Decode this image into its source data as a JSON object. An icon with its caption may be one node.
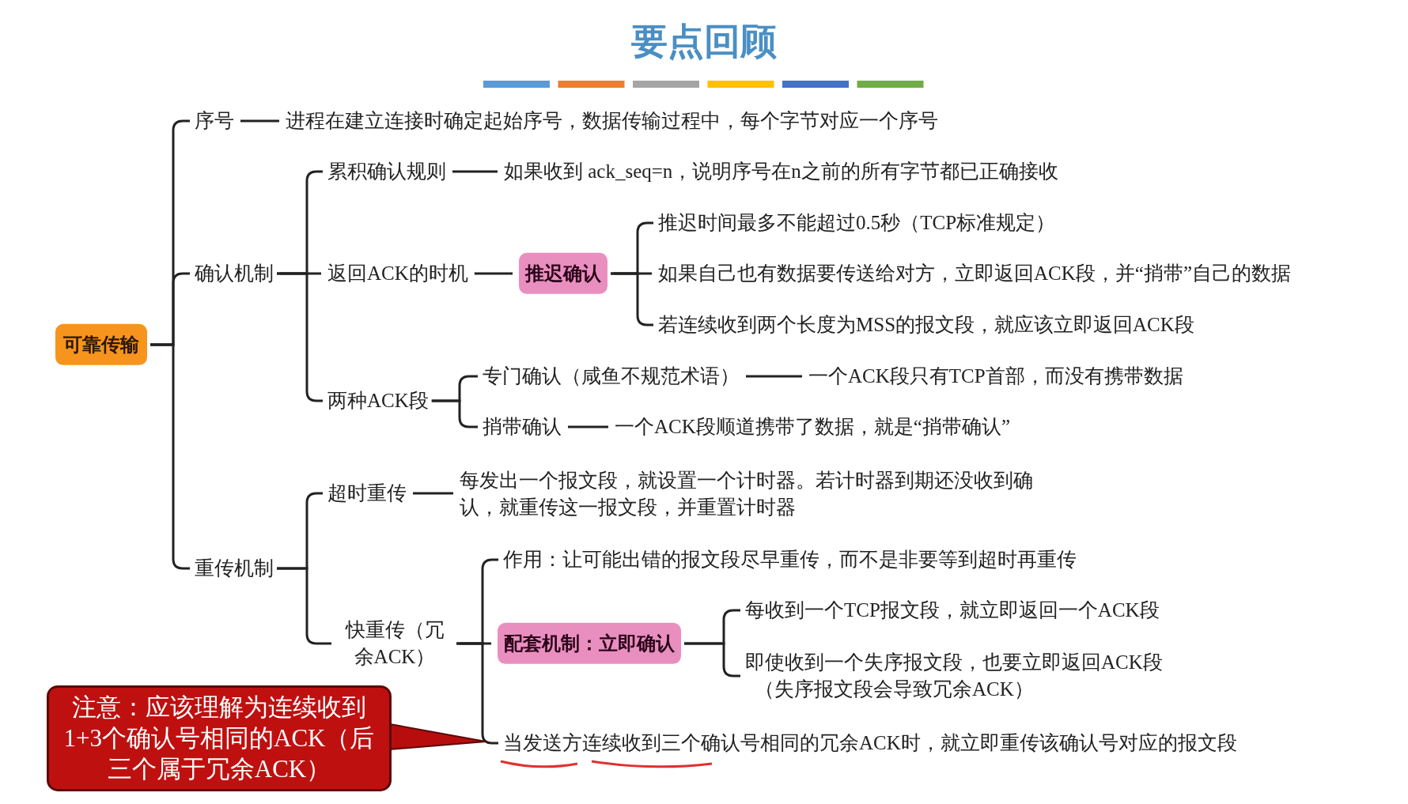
{
  "diagram": {
    "title": "要点回顾",
    "nodes": [
      {
        "text": [
          "可靠传输"
        ]
      },
      {
        "text": [
          "序号"
        ]
      },
      {
        "text": [
          "进程在建立连接时确定起始序号，数据传输过程中，每个字节对应一个序号"
        ]
      },
      {
        "text": [
          "确认机制"
        ]
      },
      {
        "text": [
          "累积确认规则"
        ]
      },
      {
        "text": [
          "如果收到 ack_seq=n，说明序号在n之前的所有字节都已正确接收"
        ]
      },
      {
        "text": [
          "返回ACK的时机"
        ]
      },
      {
        "text": [
          "推迟确认"
        ]
      },
      {
        "text": [
          "推迟时间最多不能超过0.5秒（TCP标准规定）"
        ]
      },
      {
        "text": [
          "如果自己也有数据要传送给对方，立即返回ACK段，并“捎带”自己的数据"
        ]
      },
      {
        "text": [
          "若连续收到两个长度为MSS的报文段，就应该立即返回ACK段"
        ]
      },
      {
        "text": [
          "两种ACK段"
        ]
      },
      {
        "text": [
          "专门确认（咸鱼不规范术语）"
        ]
      },
      {
        "text": [
          "一个ACK段只有TCP首部，而没有携带数据"
        ]
      },
      {
        "text": [
          "捎带确认"
        ]
      },
      {
        "text": [
          "一个ACK段顺道携带了数据，就是“捎带确认”"
        ]
      },
      {
        "text": [
          "重传机制"
        ]
      },
      {
        "text": [
          "超时重传"
        ]
      },
      {
        "text": [
          "每发出一个报文段，就设置一个计时器。若计时器到期还没收到确认，就重传这一报文段，并重置计时器"
        ]
      },
      {
        "text": [
          "快重传（冗余ACK）"
        ]
      },
      {
        "text": [
          "作用：让可能出错的报文段尽早重传，而不是非要等到超时再重传"
        ]
      },
      {
        "text": [
          "配套机制：立即确认"
        ]
      },
      {
        "text": [
          "每收到一个TCP报文段，就立即返回一个ACK段"
        ]
      },
      {
        "text": [
          "即使收到一个失序报文段，也要立即返回ACK段",
          "（失序报文段会导致冗余ACK）"
        ]
      },
      {
        "text": [
          "当发送方连续收到三个确认号相同的冗余ACK时，就立即重传该确认号对应的报文段"
        ]
      },
      {
        "text": [
          "注意：应该理解为连续收到1+3个确认号相同的ACK（后三个属于冗余ACK）"
        ]
      }
    ],
    "edges": [
      {
        "from": 0,
        "to": 1,
        "arrow": "none"
      },
      {
        "from": 0,
        "to": 3,
        "arrow": "none"
      },
      {
        "from": 0,
        "to": 16,
        "arrow": "none"
      },
      {
        "from": 1,
        "to": 2,
        "arrow": "none"
      },
      {
        "from": 3,
        "to": 4,
        "arrow": "none"
      },
      {
        "from": 3,
        "to": 6,
        "arrow": "none"
      },
      {
        "from": 3,
        "to": 11,
        "arrow": "none"
      },
      {
        "from": 4,
        "to": 5,
        "arrow": "none"
      },
      {
        "from": 6,
        "to": 7,
        "arrow": "none"
      },
      {
        "from": 7,
        "to": 8,
        "arrow": "none"
      },
      {
        "from": 7,
        "to": 9,
        "arrow": "none"
      },
      {
        "from": 7,
        "to": 10,
        "arrow": "none"
      },
      {
        "from": 11,
        "to": 12,
        "arrow": "none"
      },
      {
        "from": 11,
        "to": 14,
        "arrow": "none"
      },
      {
        "from": 12,
        "to": 13,
        "arrow": "none"
      },
      {
        "from": 14,
        "to": 15,
        "arrow": "none"
      },
      {
        "from": 16,
        "to": 17,
        "arrow": "none"
      },
      {
        "from": 16,
        "to": 19,
        "arrow": "none"
      },
      {
        "from": 17,
        "to": 18,
        "arrow": "none"
      },
      {
        "from": 19,
        "to": 20,
        "arrow": "none"
      },
      {
        "from": 19,
        "to": 21,
        "arrow": "none"
      },
      {
        "from": 19,
        "to": 24,
        "arrow": "none"
      },
      {
        "from": 21,
        "to": 22,
        "arrow": "none"
      },
      {
        "from": 21,
        "to": 23,
        "arrow": "none"
      },
      {
        "from": 25,
        "to": 24,
        "arrow": "none",
        "color": "#b80d0d"
      }
    ]
  }
}
